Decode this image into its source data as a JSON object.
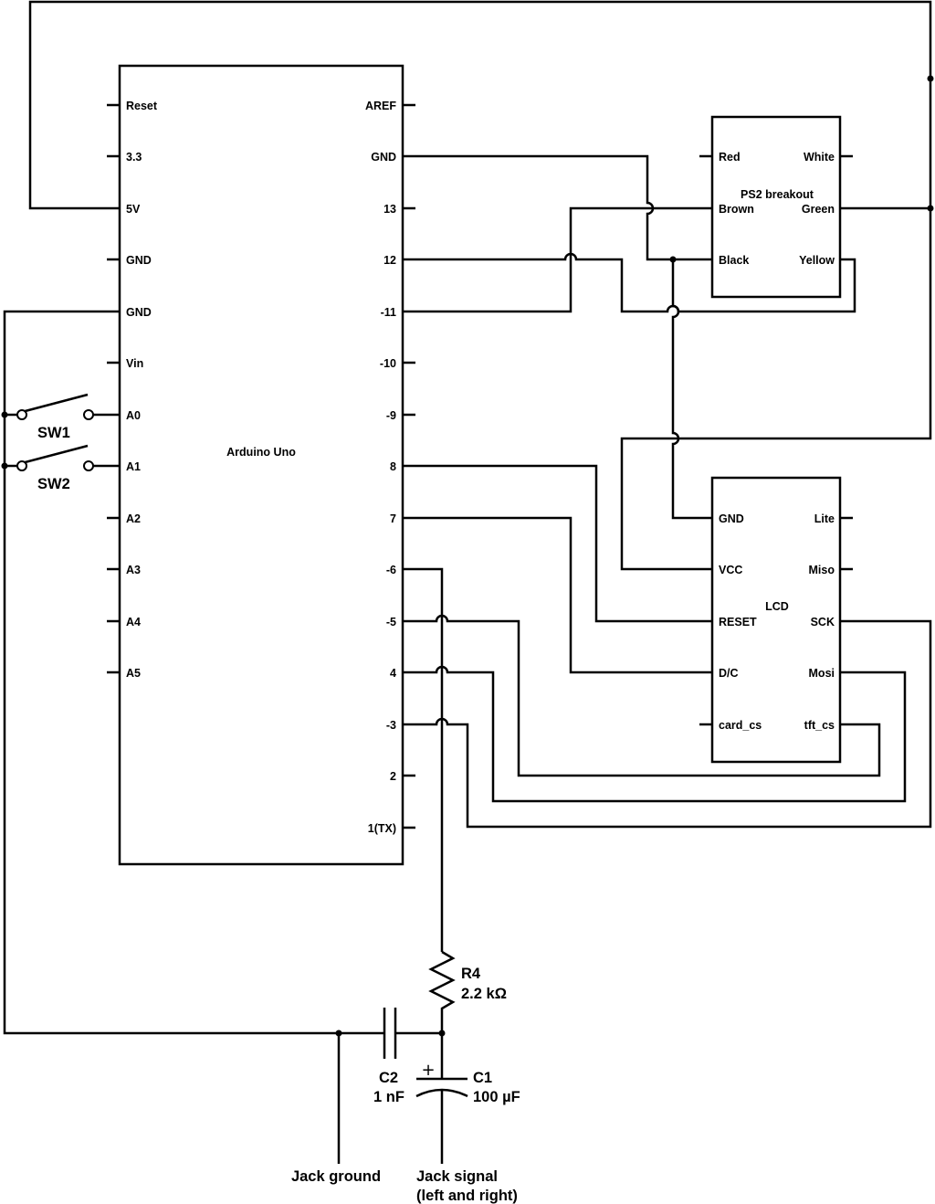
{
  "arduino": {
    "title": "Arduino Uno",
    "left_pins": [
      "Reset",
      "3.3",
      "5V",
      "GND",
      "GND",
      "Vin",
      "A0",
      "A1",
      "A2",
      "A3",
      "A4",
      "A5"
    ],
    "right_pins": [
      "AREF",
      "GND",
      "13",
      "12",
      "-11",
      "-10",
      "-9",
      "8",
      "7",
      "-6",
      "-5",
      "4",
      "-3",
      "2",
      "1(TX)"
    ]
  },
  "ps2": {
    "title": "PS2 breakout",
    "left_pins": [
      "Red",
      "Brown",
      "Black"
    ],
    "right_pins": [
      "White",
      "Green",
      "Yellow"
    ]
  },
  "lcd": {
    "title": "LCD",
    "left_pins": [
      "GND",
      "VCC",
      "RESET",
      "D/C",
      "card_cs"
    ],
    "right_pins": [
      "Lite",
      "Miso",
      "SCK",
      "Mosi",
      "tft_cs"
    ]
  },
  "switches": [
    "SW1",
    "SW2"
  ],
  "r4": {
    "name": "R4",
    "value": "2.2 kΩ"
  },
  "c1": {
    "name": "C1",
    "value": "100 µF",
    "polarity": "+"
  },
  "c2": {
    "name": "C2",
    "value": "1 nF"
  },
  "jack": {
    "ground": "Jack ground",
    "signal_line1": "Jack signal",
    "signal_line2": "(left and right)"
  }
}
